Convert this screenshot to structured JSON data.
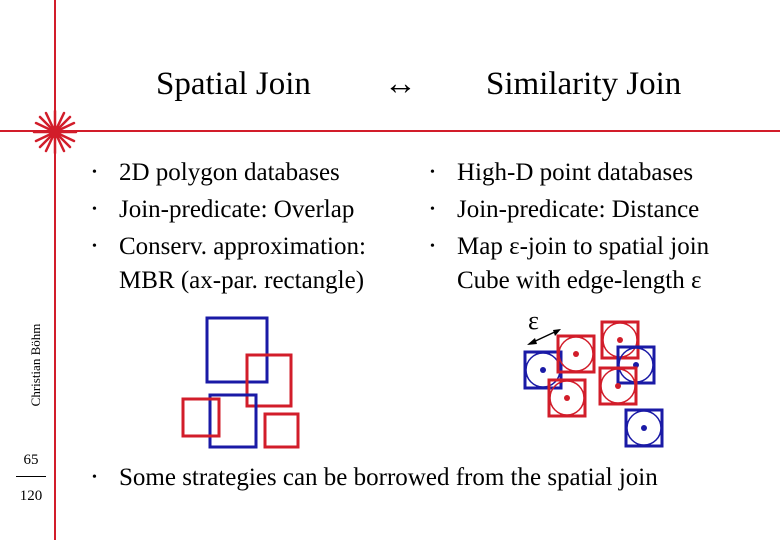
{
  "slide": {
    "title_left": "Spatial Join",
    "title_arrow": "↔",
    "title_right": "Similarity Join",
    "left_bullets": [
      {
        "text": "2D polygon databases"
      },
      {
        "text": "Join-predicate: Overlap"
      },
      {
        "text": "Conserv. approximation:",
        "continuation": "MBR (ax-par. rectangle)"
      }
    ],
    "right_bullets": [
      {
        "text": "High-D point databases"
      },
      {
        "text": "Join-predicate: Distance"
      },
      {
        "text": "Map ε-join to spatial join",
        "continuation": "Cube with edge-length ε"
      }
    ],
    "bottom_bullet": "Some strategies can be borrowed from the spatial join",
    "epsilon_label": "ε",
    "author": "Christian Böhm",
    "page_current": "65",
    "page_total": "120",
    "bullet_glyph": "•"
  },
  "colors": {
    "accent_red": "#d21d2a",
    "blue": "#1a1aa6",
    "red": "#d21d2a"
  }
}
